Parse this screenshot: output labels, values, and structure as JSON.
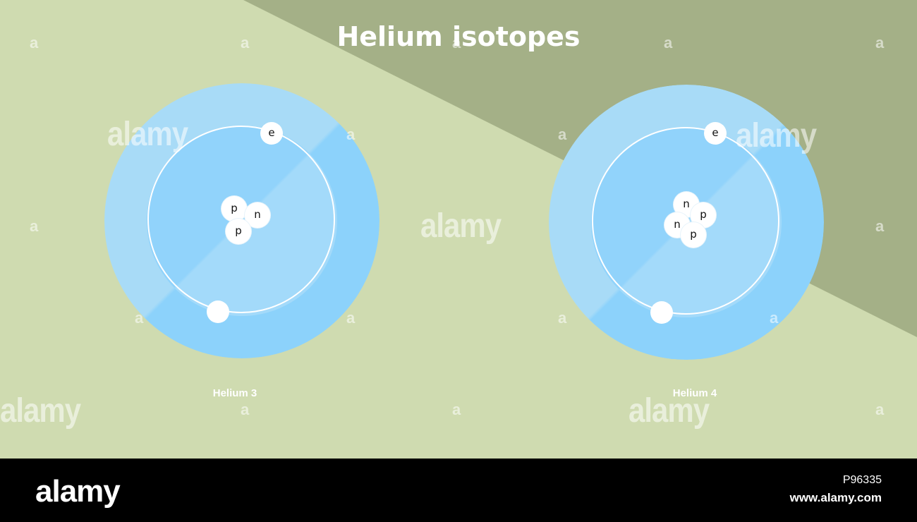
{
  "diagram": {
    "title": "Helium isotopes",
    "atoms": [
      {
        "label": "Helium 3",
        "electron_symbol": "e",
        "nucleons": [
          "p",
          "n",
          "p"
        ]
      },
      {
        "label": "Helium 4",
        "electron_symbol": "e",
        "nucleons": [
          "n",
          "p",
          "n",
          "p"
        ]
      }
    ]
  },
  "colors": {
    "background_light": "#cfdbb0",
    "background_dark": "#a4b087",
    "atom_outer": "#8cd2fb",
    "atom_highlight": "#a8dbf7",
    "particle": "#ffffff"
  },
  "watermark": {
    "brand": "alamy",
    "letter": "a"
  },
  "footer": {
    "logo": "alamy",
    "image_id": "P96335",
    "url": "www.alamy.com"
  }
}
